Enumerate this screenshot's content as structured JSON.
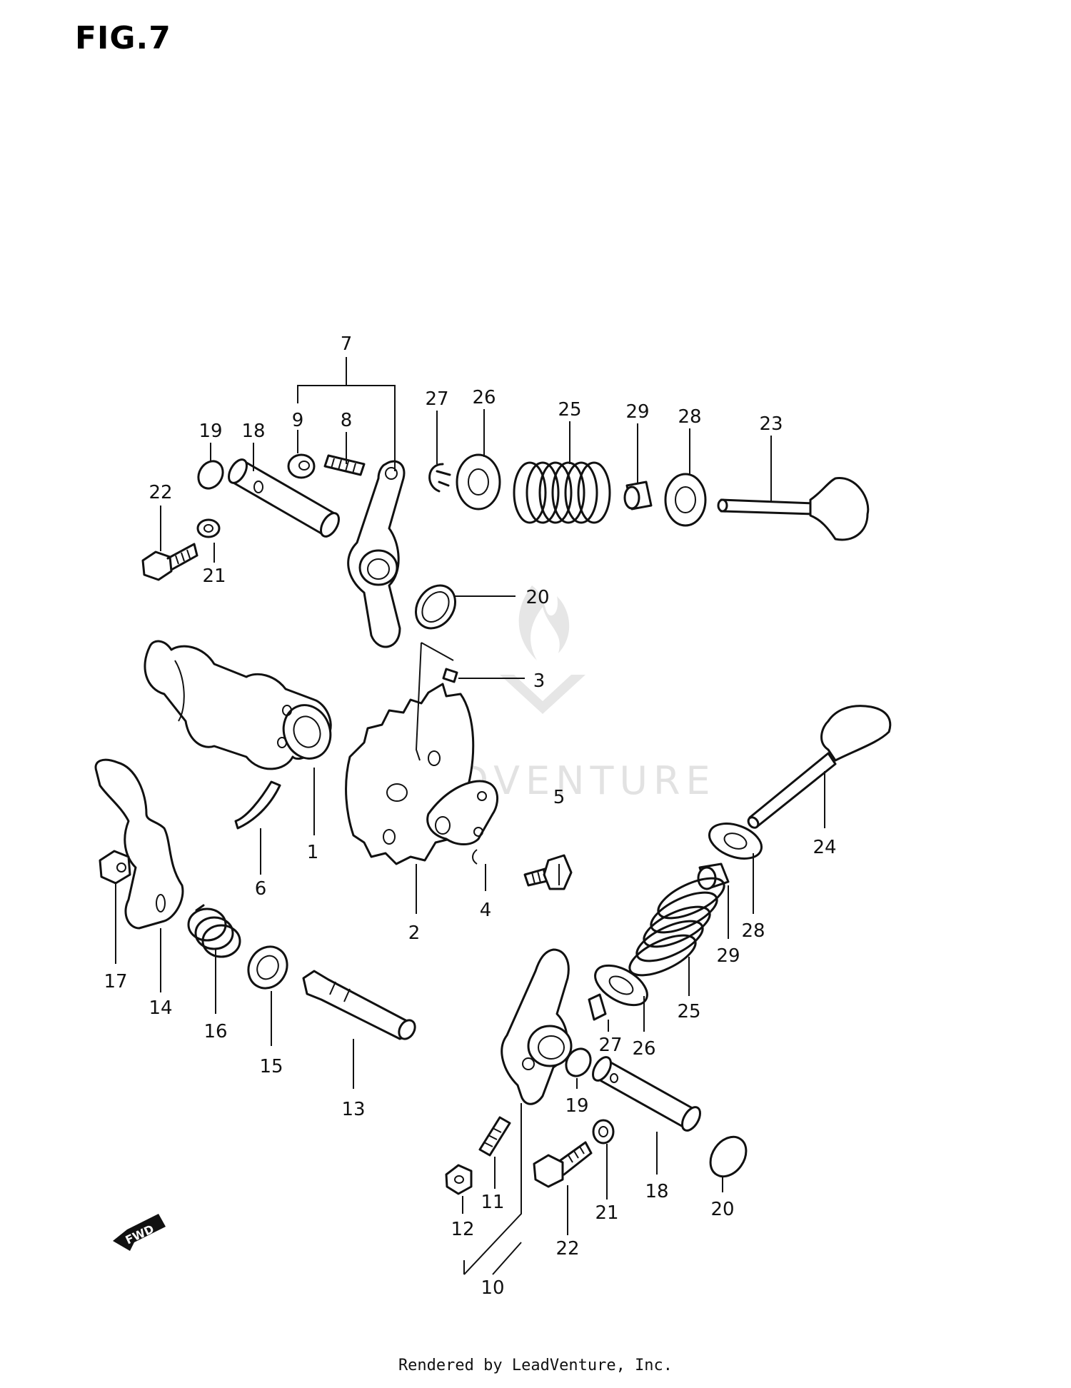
{
  "figure": {
    "title": "FIG.7"
  },
  "footer": {
    "text": "Rendered by LeadVenture, Inc."
  },
  "watermark": {
    "text": "LEADVENTURE"
  },
  "fwd_marker": {
    "text": "FWD"
  },
  "labels": {
    "n1": "1",
    "n2": "2",
    "n3": "3",
    "n4": "4",
    "n5": "5",
    "n6": "6",
    "n7": "7",
    "n8": "8",
    "n9": "9",
    "n10": "10",
    "n11": "11",
    "n12": "12",
    "n13": "13",
    "n14": "14",
    "n15": "15",
    "n16": "16",
    "n17": "17",
    "n18a": "18",
    "n18b": "18",
    "n19a": "19",
    "n19b": "19",
    "n20a": "20",
    "n20b": "20",
    "n21a": "21",
    "n21b": "21",
    "n22a": "22",
    "n22b": "22",
    "n23": "23",
    "n24": "24",
    "n25a": "25",
    "n25b": "25",
    "n26a": "26",
    "n26b": "26",
    "n27a": "27",
    "n27b": "27",
    "n28a": "28",
    "n28b": "28",
    "n29a": "29",
    "n29b": "29"
  },
  "colors": {
    "line": "#111111",
    "watermark": "#d6d6d6",
    "background": "#ffffff"
  }
}
